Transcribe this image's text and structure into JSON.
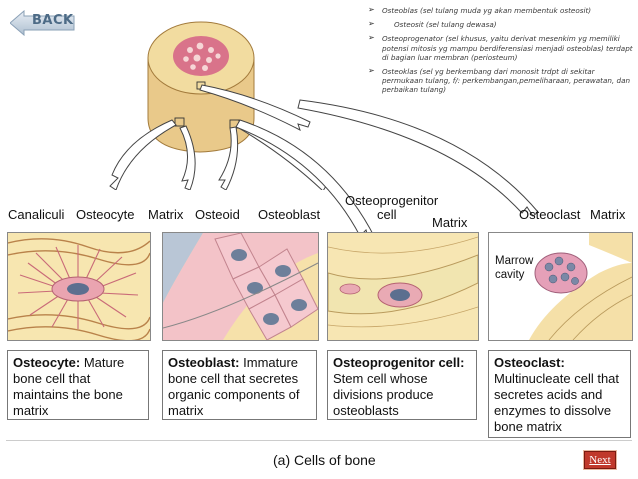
{
  "nav": {
    "back_label": "BACK",
    "next_label": "Next"
  },
  "bullets": [
    "Osteoblas (sel tulang muda yg akan membentuk osteosit)",
    "Osteosit (sel tulang dewasa)",
    "Osteoprogenator (sel khusus, yaitu derivat mesenkim yg memiliki potensi mitosis yg mampu berdiferensiasi menjadi osteoblas) terdapt di bagian luar membran (periosteum)",
    "Osteoklas (sel yg berkembang dari monosit trdpt di sekitar permukaan tulang, f/: perkembangan,pemeliharaan, perawatan, dan perbaikan tulang)"
  ],
  "figure_labels": {
    "canaliculi": "Canaliculi",
    "osteocyte": "Osteocyte",
    "matrix": "Matrix",
    "osteoid": "Osteoid",
    "osteoblast": "Osteoblast",
    "osteoprogenitor": "Osteoprogenitor",
    "cell": "cell",
    "osteoclast": "Osteoclast",
    "marrow": "Marrow",
    "cavity": "cavity"
  },
  "descriptions": [
    {
      "title": "Osteocyte:",
      "text": " Mature bone cell that maintains the bone matrix"
    },
    {
      "title": "Osteoblast:",
      "text": " Immature bone cell that secretes organic components of matrix"
    },
    {
      "title": "Osteoprogenitor cell:",
      "text": " Stem cell whose divisions produce osteoblasts"
    },
    {
      "title": "Osteoclast:",
      "text": " Multinucleate cell that secretes acids and enzymes to dissolve bone matrix"
    }
  ],
  "caption": "(a) Cells of bone",
  "colors": {
    "bone": "#f3dfa3",
    "cell_pink": "#f2b7c0",
    "nucleus": "#7e8aa0",
    "panel_bg": "#f7e9b8",
    "next_red": "#c0392b",
    "back_blue": "#4d6b86"
  }
}
